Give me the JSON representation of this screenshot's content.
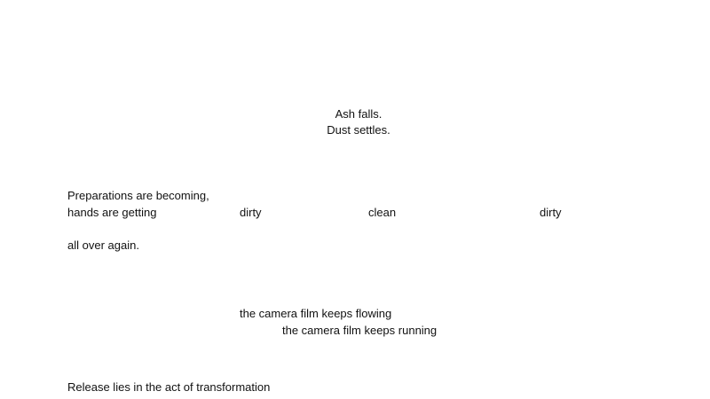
{
  "stanza1": {
    "line1": "Ash falls.",
    "line2": "Dust settles."
  },
  "stanza2": {
    "line1": "Preparations are becoming,",
    "line2": "hands are getting",
    "word1": "dirty",
    "word2": "clean",
    "word3": "dirty",
    "line3": "all over again."
  },
  "stanza3": {
    "line1": "the camera film keeps flowing",
    "line2": "the camera film keeps running"
  },
  "stanza4": {
    "line1": "Release lies in the act of transformation"
  }
}
